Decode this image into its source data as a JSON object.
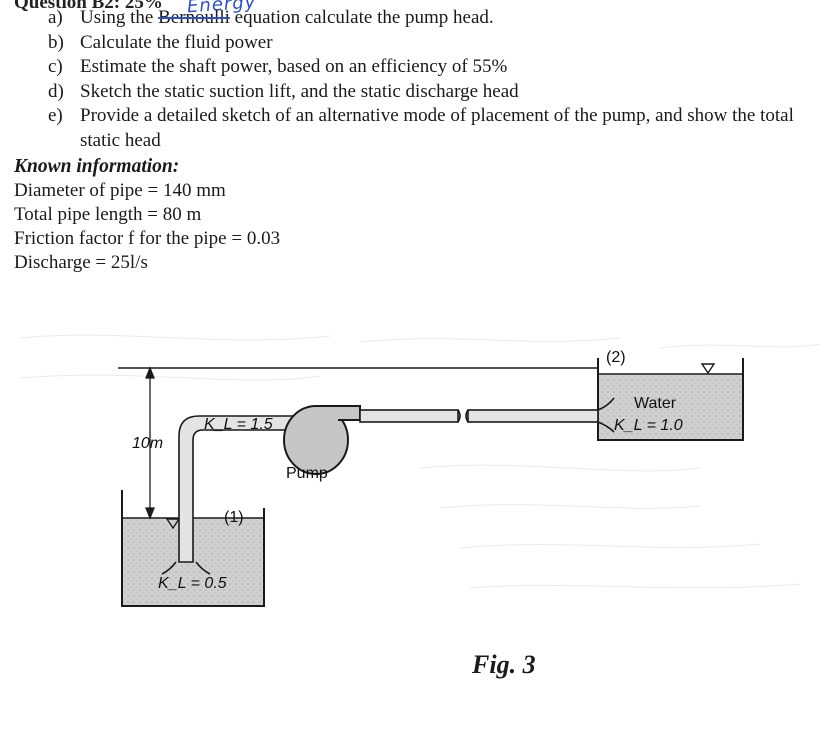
{
  "header": {
    "cropped_title": "Question B2: 25%",
    "handwritten_note": "Energy"
  },
  "questions": [
    {
      "letter": "a)",
      "before": "Using the ",
      "struck": "Bernoulli",
      "after": " equation calculate the pump head."
    },
    {
      "letter": "b)",
      "text": "Calculate the fluid power"
    },
    {
      "letter": "c)",
      "text": "Estimate the shaft power, based on an efficiency of 55%"
    },
    {
      "letter": "d)",
      "text": "Sketch the static suction lift, and the static discharge head"
    },
    {
      "letter": "e)",
      "text": "Provide a detailed sketch of an alternative mode of placement of the pump, and show the total static head"
    }
  ],
  "known": {
    "heading": "Known information:",
    "lines": [
      "Diameter of pipe = 140 mm",
      "Total pipe length = 80 m",
      "Friction factor f for the pipe = 0.03",
      "Discharge = 25l/s"
    ]
  },
  "figure": {
    "caption": "Fig. 3",
    "label_point2": "(2)",
    "label_point1": "(1)",
    "label_water": "Water",
    "label_kl_exit": "K_L = 1.0",
    "label_kl_elbow": "K_L = 1.5",
    "label_kl_entrance": "K_L = 0.5",
    "label_pump": "Pump",
    "label_height": "10m"
  },
  "colors": {
    "ink": "#1a1a1a",
    "handwriting": "#2a4fd0",
    "water_fill": "#cfcfcf",
    "pipe_fill": "#e4e4e4"
  }
}
